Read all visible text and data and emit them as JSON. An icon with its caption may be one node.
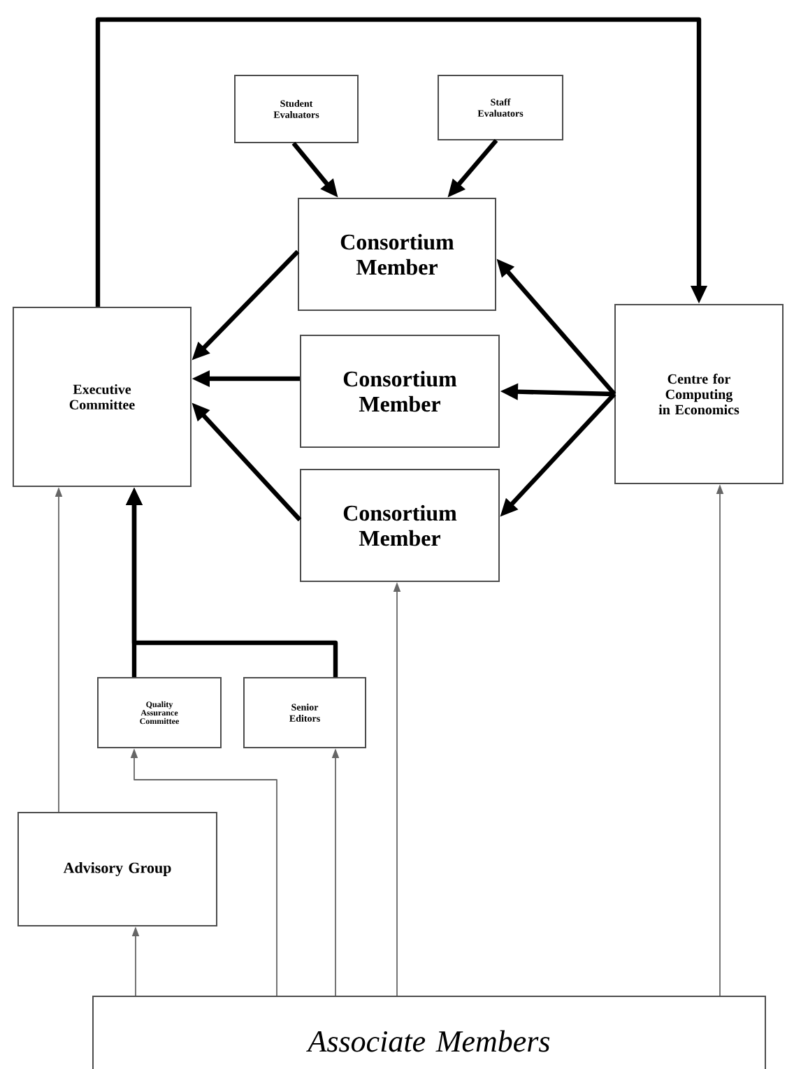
{
  "diagram": {
    "nodes": [
      {
        "text": [
          "Student Evaluators"
        ]
      },
      {
        "text": [
          "Staff Evaluators"
        ]
      },
      {
        "text": [
          "Consortium Member"
        ]
      },
      {
        "text": [
          "Consortium Member"
        ]
      },
      {
        "text": [
          "Consortium Member"
        ]
      },
      {
        "text": [
          "Executive Committee"
        ]
      },
      {
        "text": [
          "Centre for Computing in Economics"
        ]
      },
      {
        "text": [
          "Quality Assurance Committee"
        ]
      },
      {
        "text": [
          "Senior Editors"
        ]
      },
      {
        "text": [
          "Advisory Group"
        ]
      },
      {
        "text": [
          "Associate Members"
        ]
      }
    ],
    "edges": [
      {
        "from": 0,
        "to": 2,
        "arrow": "to"
      },
      {
        "from": 1,
        "to": 2,
        "arrow": "to"
      },
      {
        "from": 2,
        "to": 5,
        "arrow": "to"
      },
      {
        "from": 3,
        "to": 5,
        "arrow": "to"
      },
      {
        "from": 4,
        "to": 5,
        "arrow": "to"
      },
      {
        "from": 6,
        "to": 2,
        "arrow": "to"
      },
      {
        "from": 6,
        "to": 3,
        "arrow": "to"
      },
      {
        "from": 6,
        "to": 4,
        "arrow": "to"
      },
      {
        "from": 5,
        "to": 6,
        "arrow": "to"
      },
      {
        "from": 7,
        "to": 5,
        "arrow": "to"
      },
      {
        "from": 8,
        "to": 5,
        "arrow": "to"
      },
      {
        "from": 9,
        "to": 5,
        "arrow": "to",
        "color": "#666666"
      },
      {
        "from": 10,
        "to": 9,
        "arrow": "to",
        "color": "#666666"
      },
      {
        "from": 10,
        "to": 7,
        "arrow": "to",
        "color": "#666666"
      },
      {
        "from": 10,
        "to": 8,
        "arrow": "to",
        "color": "#666666"
      },
      {
        "from": 10,
        "to": 4,
        "arrow": "to",
        "color": "#666666"
      },
      {
        "from": 10,
        "to": 6,
        "arrow": "to",
        "color": "#666666"
      }
    ]
  }
}
